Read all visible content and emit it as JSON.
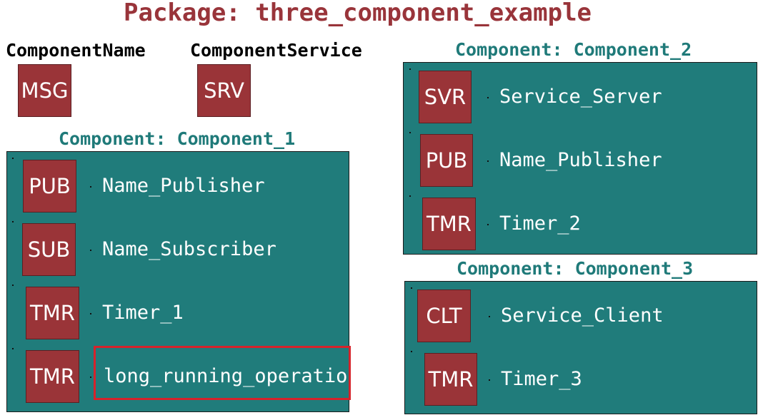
{
  "package_title": "Package: three_component_example",
  "legend": {
    "message_type": {
      "name": "ComponentName",
      "badge": "MSG"
    },
    "service_type": {
      "name": "ComponentService",
      "badge": "SRV"
    }
  },
  "component_1": {
    "title": "Component: Component_1",
    "items": [
      {
        "badge": "PUB",
        "label": "Name_Publisher"
      },
      {
        "badge": "SUB",
        "label": "Name_Subscriber"
      },
      {
        "badge": "TMR",
        "label": "Timer_1"
      },
      {
        "badge": "TMR",
        "label": "long_running_operation"
      }
    ]
  },
  "component_2": {
    "title": "Component: Component_2",
    "items": [
      {
        "badge": "SVR",
        "label": "Service_Server"
      },
      {
        "badge": "PUB",
        "label": "Name_Publisher"
      },
      {
        "badge": "TMR",
        "label": "Timer_2"
      }
    ]
  },
  "component_3": {
    "title": "Component: Component_3",
    "items": [
      {
        "badge": "CLT",
        "label": "Service_Client"
      },
      {
        "badge": "TMR",
        "label": "Timer_3"
      }
    ]
  },
  "colors": {
    "title_red": "#99343a",
    "teal": "#207c7b",
    "badge_red": "#9a3438",
    "highlight": "#d6232b"
  }
}
